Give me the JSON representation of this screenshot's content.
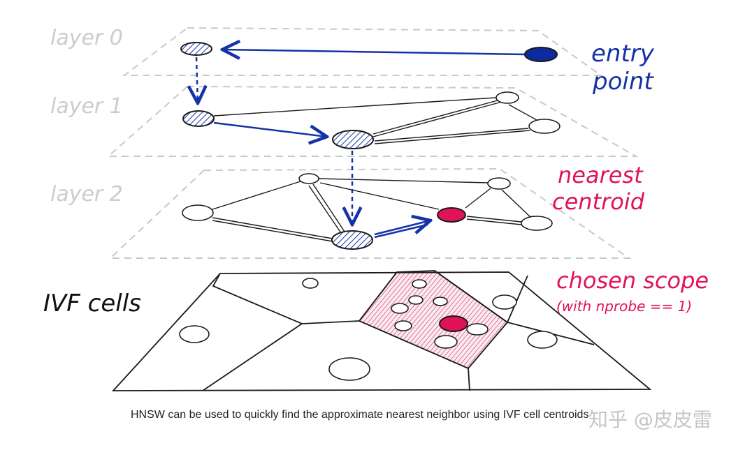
{
  "labels": {
    "layer0": "layer 0",
    "layer1": "layer 1",
    "layer2": "layer 2",
    "entry_line1": "entry",
    "entry_line2": "point",
    "nearest_line1": "nearest",
    "nearest_line2": "centroid",
    "ivf": "IVF cells",
    "chosen_scope": "chosen scope",
    "nprobe": "(with nprobe == 1)"
  },
  "caption": "HNSW can be used to quickly find the approximate nearest neighbor using IVF cell centroids",
  "watermark": "知乎 @皮皮雷",
  "colors": {
    "navy": "#1533a6",
    "crimson": "#e0125a",
    "grey_label": "#cccccc",
    "line": "#1a1a1a"
  }
}
